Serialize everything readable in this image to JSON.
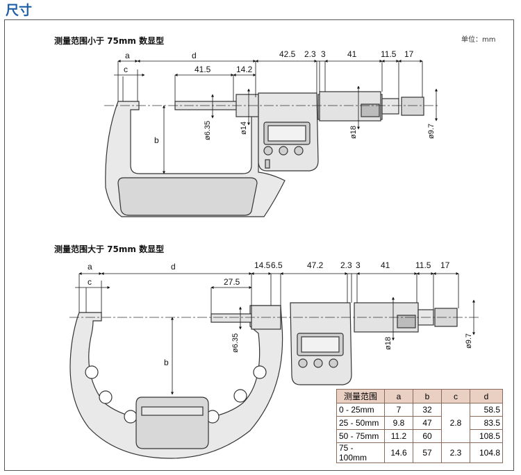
{
  "heading": "尺寸",
  "unit_label": "单位：mm",
  "top": {
    "caption": "测量范围小于 75mm 数显型",
    "dims": {
      "a": "a",
      "c": "c",
      "d": "d",
      "d415": "41.5",
      "d142": "14.2",
      "d425": "42.5",
      "d23": "2.3",
      "d3": "3",
      "d41": "41",
      "d115": "11.5",
      "d17": "17",
      "phi635": "ø6.35",
      "phi14": "ø14",
      "phi18": "ø18",
      "phi97": "ø9.7",
      "b": "b"
    }
  },
  "bottom": {
    "caption": "测量范围大于 75mm 数显型",
    "dims": {
      "a": "a",
      "c": "c",
      "d": "d",
      "d145": "14.5",
      "d65": "6.5",
      "d472": "47.2",
      "d23": "2.3",
      "d3": "3",
      "d275": "27.5",
      "d41": "41",
      "d115": "11.5",
      "d17": "17",
      "phi635": "ø6.35",
      "phi18": "ø18",
      "phi97": "ø9.7",
      "b": "b"
    }
  },
  "spec_table": {
    "headers": [
      "测量范围",
      "a",
      "b",
      "c",
      "d"
    ],
    "rows": [
      [
        "0 - 25mm",
        "7",
        "32",
        "",
        "58.5"
      ],
      [
        "25 - 50mm",
        "9.8",
        "47",
        "2.8",
        "83.5"
      ],
      [
        "50 - 75mm",
        "11.2",
        "60",
        "",
        "108.5"
      ],
      [
        "75 - 100mm",
        "14.6",
        "57",
        "2.3",
        "104.8"
      ]
    ]
  }
}
